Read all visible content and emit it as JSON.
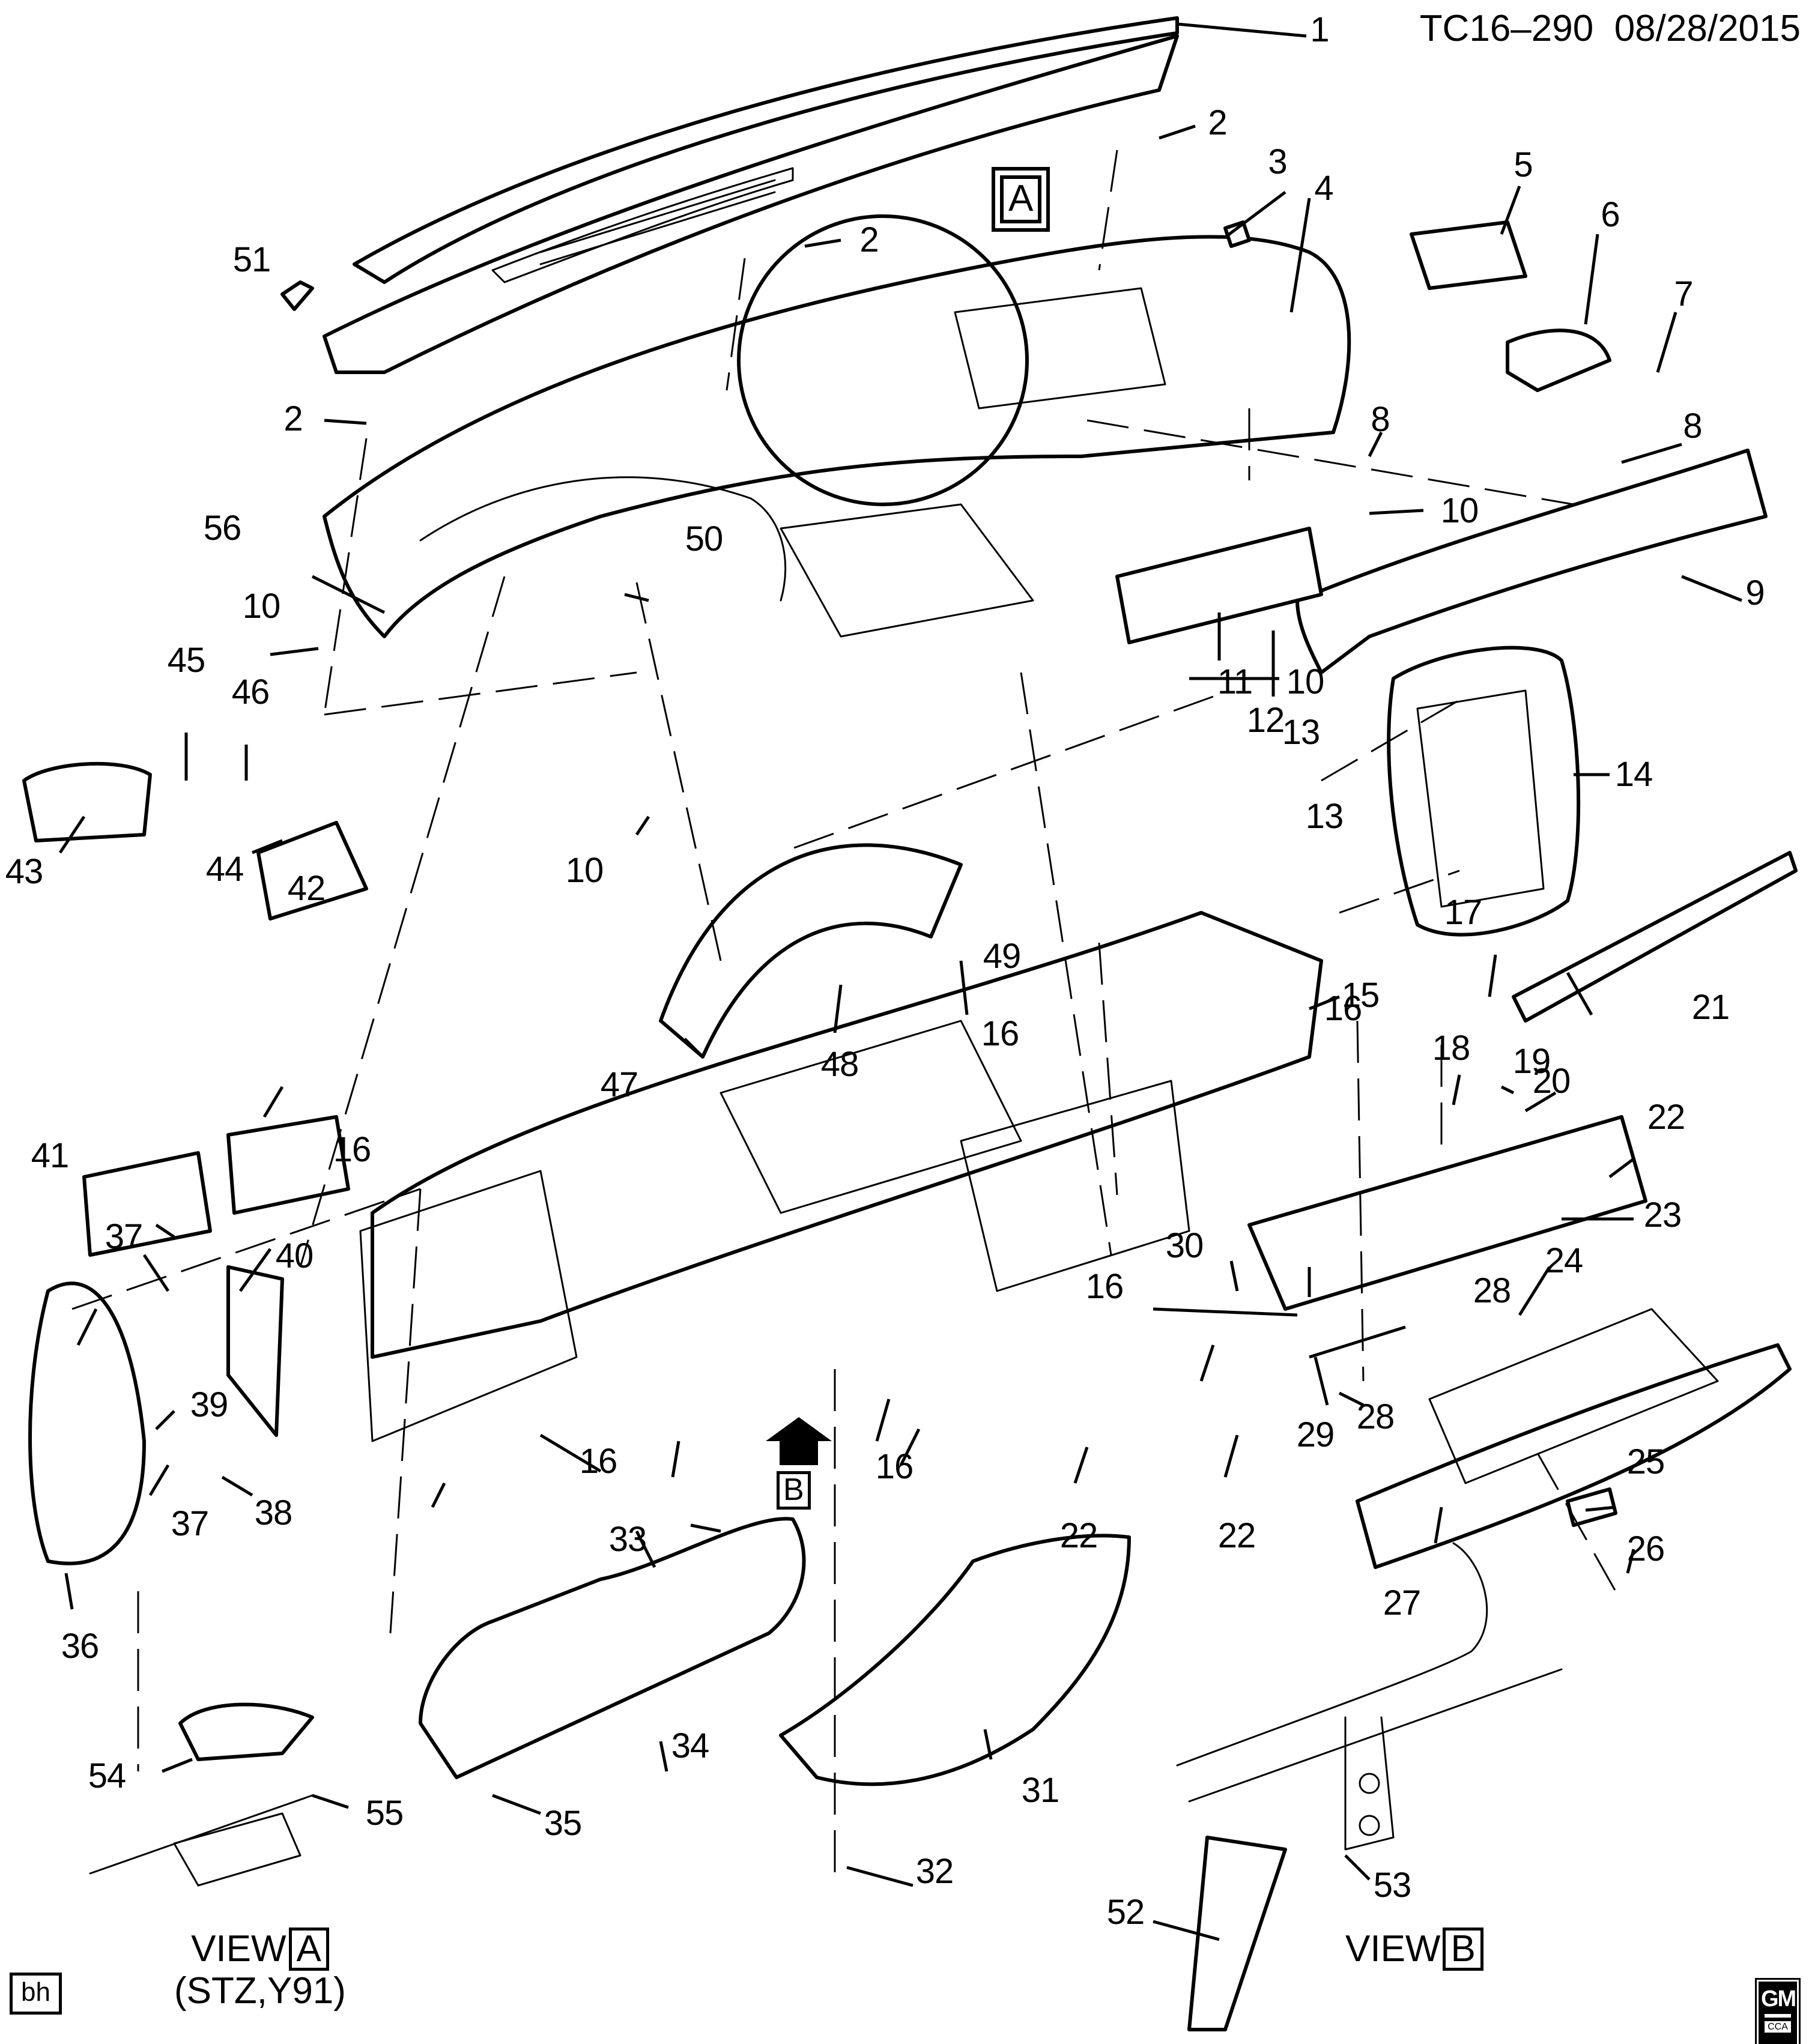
{
  "header": {
    "drawing_id": "TC16–290",
    "date": "08/28/2015"
  },
  "reference_markers": {
    "view_a_marker": "A",
    "view_b_marker": "B"
  },
  "view_captions": {
    "view_a": {
      "label": "VIEW",
      "box": "A",
      "note": "(STZ,Y91)"
    },
    "view_b": {
      "label": "VIEW",
      "box": "B"
    }
  },
  "corner_badge": "bh",
  "logo": {
    "top": "GM",
    "bottom": "CCA"
  },
  "callouts": [
    {
      "id": "c1",
      "label": "1"
    },
    {
      "id": "c2a",
      "label": "2"
    },
    {
      "id": "c2b",
      "label": "2"
    },
    {
      "id": "c2c",
      "label": "2"
    },
    {
      "id": "c3",
      "label": "3"
    },
    {
      "id": "c4",
      "label": "4"
    },
    {
      "id": "c5",
      "label": "5"
    },
    {
      "id": "c6",
      "label": "6"
    },
    {
      "id": "c7",
      "label": "7"
    },
    {
      "id": "c8a",
      "label": "8"
    },
    {
      "id": "c8b",
      "label": "8"
    },
    {
      "id": "c9",
      "label": "9"
    },
    {
      "id": "c10a",
      "label": "10"
    },
    {
      "id": "c10b",
      "label": "10"
    },
    {
      "id": "c10c",
      "label": "10"
    },
    {
      "id": "c10d",
      "label": "10"
    },
    {
      "id": "c11",
      "label": "11"
    },
    {
      "id": "c12",
      "label": "12"
    },
    {
      "id": "c13a",
      "label": "13"
    },
    {
      "id": "c13b",
      "label": "13"
    },
    {
      "id": "c14",
      "label": "14"
    },
    {
      "id": "c15",
      "label": "15"
    },
    {
      "id": "c16a",
      "label": "16"
    },
    {
      "id": "c16b",
      "label": "16"
    },
    {
      "id": "c16c",
      "label": "16"
    },
    {
      "id": "c16d",
      "label": "16"
    },
    {
      "id": "c16e",
      "label": "16"
    },
    {
      "id": "c16f",
      "label": "16"
    },
    {
      "id": "c16g",
      "label": "16"
    },
    {
      "id": "c17",
      "label": "17"
    },
    {
      "id": "c18",
      "label": "18"
    },
    {
      "id": "c19",
      "label": "19"
    },
    {
      "id": "c20",
      "label": "20"
    },
    {
      "id": "c21",
      "label": "21"
    },
    {
      "id": "c22a",
      "label": "22"
    },
    {
      "id": "c22b",
      "label": "22"
    },
    {
      "id": "c22c",
      "label": "22"
    },
    {
      "id": "c23",
      "label": "23"
    },
    {
      "id": "c24",
      "label": "24"
    },
    {
      "id": "c25",
      "label": "25"
    },
    {
      "id": "c26",
      "label": "26"
    },
    {
      "id": "c27",
      "label": "27"
    },
    {
      "id": "c28a",
      "label": "28"
    },
    {
      "id": "c28b",
      "label": "28"
    },
    {
      "id": "c29",
      "label": "29"
    },
    {
      "id": "c30",
      "label": "30"
    },
    {
      "id": "c31",
      "label": "31"
    },
    {
      "id": "c32",
      "label": "32"
    },
    {
      "id": "c33",
      "label": "33"
    },
    {
      "id": "c34",
      "label": "34"
    },
    {
      "id": "c35",
      "label": "35"
    },
    {
      "id": "c36",
      "label": "36"
    },
    {
      "id": "c37a",
      "label": "37"
    },
    {
      "id": "c37b",
      "label": "37"
    },
    {
      "id": "c38",
      "label": "38"
    },
    {
      "id": "c39",
      "label": "39"
    },
    {
      "id": "c40",
      "label": "40"
    },
    {
      "id": "c41",
      "label": "41"
    },
    {
      "id": "c42",
      "label": "42"
    },
    {
      "id": "c43",
      "label": "43"
    },
    {
      "id": "c44",
      "label": "44"
    },
    {
      "id": "c45",
      "label": "45"
    },
    {
      "id": "c46",
      "label": "46"
    },
    {
      "id": "c47",
      "label": "47"
    },
    {
      "id": "c48",
      "label": "48"
    },
    {
      "id": "c49",
      "label": "49"
    },
    {
      "id": "c50",
      "label": "50"
    },
    {
      "id": "c51",
      "label": "51"
    },
    {
      "id": "c52",
      "label": "52"
    },
    {
      "id": "c53",
      "label": "53"
    },
    {
      "id": "c54",
      "label": "54"
    },
    {
      "id": "c55",
      "label": "55"
    },
    {
      "id": "c56",
      "label": "56"
    }
  ]
}
